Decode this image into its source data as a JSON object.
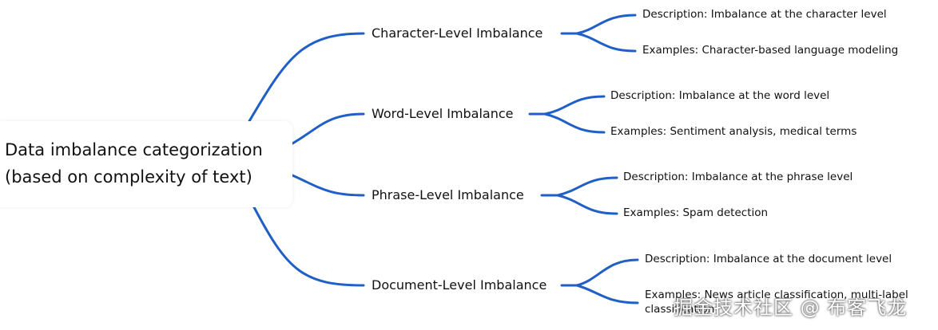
{
  "root": {
    "line1": "Data imbalance categorization",
    "line2": "(based on complexity of text)"
  },
  "branches": [
    {
      "label": "Character-Level Imbalance",
      "description": "Description: Imbalance at the character level",
      "examples": "Examples: Character-based language modeling"
    },
    {
      "label": "Word-Level Imbalance",
      "description": "Description: Imbalance at the word level",
      "examples": "Examples: Sentiment analysis, medical terms"
    },
    {
      "label": "Phrase-Level Imbalance",
      "description": "Description: Imbalance at the phrase level",
      "examples": "Examples: Spam detection"
    },
    {
      "label": "Document-Level Imbalance",
      "description": "Description: Imbalance at the document level",
      "examples": "Examples: News article classification, multi-label classification"
    }
  ],
  "watermark": "掘金技术社区 @ 布客飞龙",
  "colors": {
    "connector": "#1f5fc6",
    "text": "#111111",
    "background": "#ffffff"
  }
}
